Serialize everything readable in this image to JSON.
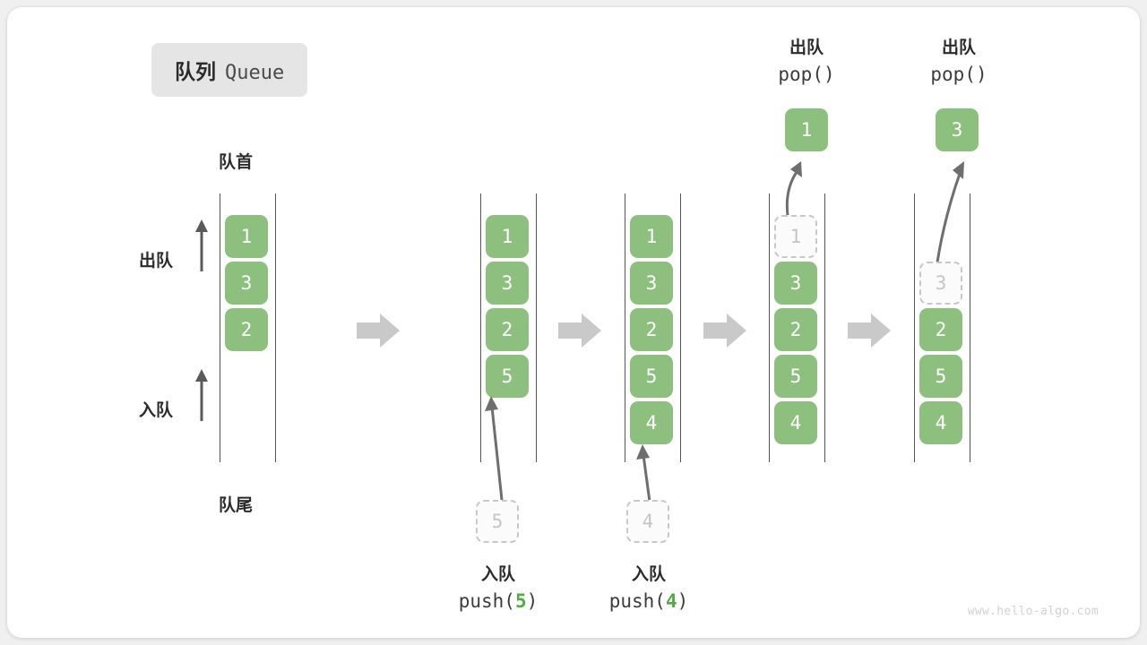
{
  "title": {
    "cn": "队列",
    "en": "Queue"
  },
  "labels": {
    "head": "队首",
    "tail": "队尾",
    "dequeue": "出队",
    "enqueue": "入队"
  },
  "watermark": "www.hello-algo.com",
  "colors": {
    "cell_fill": "#8dc07f",
    "cell_text": "#ffffff",
    "ghost_border": "#c8c8c8",
    "ghost_text": "#c5c5c5",
    "rail": "#555555",
    "arrow": "#5a5a5a",
    "step_arrow": "#c9c9c9",
    "accent_number": "#57a846",
    "badge_bg": "#e5e5e5"
  },
  "annotations": {
    "enqueue_5": {
      "cn": "入队",
      "code_prefix": "push(",
      "code_value": "5",
      "code_suffix": ")"
    },
    "enqueue_4": {
      "cn": "入队",
      "code_prefix": "push(",
      "code_value": "4",
      "code_suffix": ")"
    },
    "dequeue_1": {
      "cn": "出队",
      "code": "pop()"
    },
    "dequeue_3": {
      "cn": "出队",
      "code": "pop()"
    }
  },
  "columns": [
    {
      "id": "initial",
      "cells": [
        {
          "value": "1",
          "state": "filled"
        },
        {
          "value": "3",
          "state": "filled"
        },
        {
          "value": "2",
          "state": "filled"
        }
      ],
      "ghost_below": null,
      "popped": null
    },
    {
      "id": "after-push-5",
      "cells": [
        {
          "value": "1",
          "state": "filled"
        },
        {
          "value": "3",
          "state": "filled"
        },
        {
          "value": "2",
          "state": "filled"
        },
        {
          "value": "5",
          "state": "filled"
        }
      ],
      "ghost_below": {
        "value": "5",
        "state": "ghost"
      },
      "popped": null
    },
    {
      "id": "after-push-4",
      "cells": [
        {
          "value": "1",
          "state": "filled"
        },
        {
          "value": "3",
          "state": "filled"
        },
        {
          "value": "2",
          "state": "filled"
        },
        {
          "value": "5",
          "state": "filled"
        },
        {
          "value": "4",
          "state": "filled"
        }
      ],
      "ghost_below": {
        "value": "4",
        "state": "ghost"
      },
      "popped": null
    },
    {
      "id": "after-pop-1",
      "cells": [
        {
          "value": "1",
          "state": "ghost"
        },
        {
          "value": "3",
          "state": "filled"
        },
        {
          "value": "2",
          "state": "filled"
        },
        {
          "value": "5",
          "state": "filled"
        },
        {
          "value": "4",
          "state": "filled"
        }
      ],
      "ghost_below": null,
      "popped": {
        "value": "1",
        "state": "filled"
      }
    },
    {
      "id": "after-pop-3",
      "cells": [
        {
          "value": "",
          "state": "empty"
        },
        {
          "value": "3",
          "state": "ghost"
        },
        {
          "value": "2",
          "state": "filled"
        },
        {
          "value": "5",
          "state": "filled"
        },
        {
          "value": "4",
          "state": "filled"
        }
      ],
      "ghost_below": null,
      "popped": {
        "value": "3",
        "state": "filled"
      }
    }
  ],
  "step_arrows": [
    {
      "from": "initial",
      "to": "after-push-5"
    },
    {
      "from": "after-push-5",
      "to": "after-push-4"
    },
    {
      "from": "after-push-4",
      "to": "after-pop-1"
    },
    {
      "from": "after-pop-1",
      "to": "after-pop-3"
    }
  ]
}
